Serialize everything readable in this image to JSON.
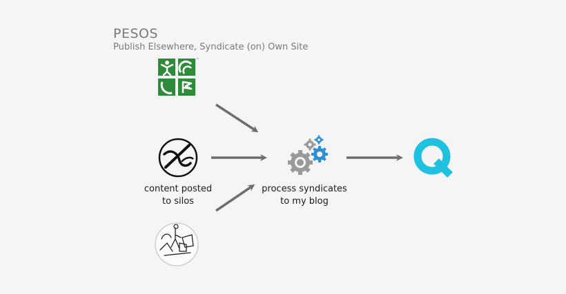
{
  "header": {
    "title": "PESOS",
    "subtitle": "Publish Elsewhere, Syndicate (on) Own Site"
  },
  "captions": {
    "silos_line1": "content posted",
    "silos_line2": "to silos",
    "process_line1": "process syndicates",
    "process_line2": "to my blog"
  },
  "icons": {
    "silo_top": "geocaching-logo-icon",
    "silo_middle": "geocaching-circle-icon",
    "silo_bottom": "sketch-badge-icon",
    "processor": "gears-icon",
    "blog": "q-logo-icon"
  },
  "colors": {
    "geocaching_green": "#2e8b3a",
    "gear_gray": "#9a9a9a",
    "gear_blue": "#2b8fd6",
    "q_cyan": "#1fc1e0",
    "arrow_gray": "#6e6e6e"
  },
  "trademark": "™"
}
